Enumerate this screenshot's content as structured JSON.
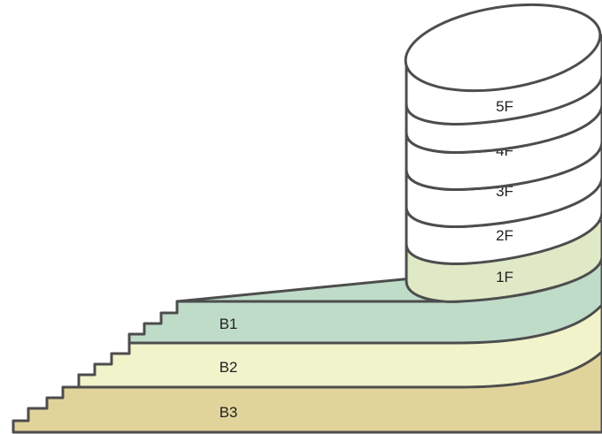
{
  "colors": {
    "outline": "#4d4d4d",
    "upper_floor_fill": "#ffffff",
    "floor_1f_fill": "#dfe9c6",
    "b1_fill": "#bfdcc9",
    "b2_fill": "#f1f3cb",
    "b3_fill": "#e1d49b",
    "label_color": "#222222"
  },
  "tower": {
    "floors": [
      {
        "label": "5F"
      },
      {
        "label": "4F"
      },
      {
        "label": "3F"
      },
      {
        "label": "2F"
      },
      {
        "label": "1F"
      }
    ]
  },
  "basement": {
    "levels": [
      {
        "label": "B1"
      },
      {
        "label": "B2"
      },
      {
        "label": "B3"
      }
    ]
  }
}
